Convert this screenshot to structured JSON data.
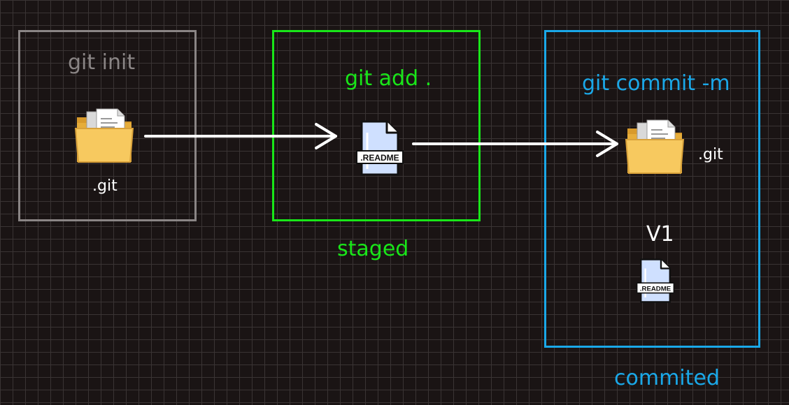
{
  "stages": {
    "init": {
      "title": "git init",
      "file_label": ".git"
    },
    "add": {
      "title": "git add .",
      "caption": "staged",
      "file_badge": ".README"
    },
    "commit": {
      "title": "git commit -m",
      "file_label": ".git",
      "version": "V1",
      "file_badge": ".README",
      "caption": "commited"
    }
  },
  "colors": {
    "init": "#8a8585",
    "add": "#19e619",
    "commit": "#1aa8e8",
    "background": "#1a1414",
    "arrow": "#ffffff"
  },
  "icons": [
    "folder-icon",
    "readme-file-icon"
  ]
}
